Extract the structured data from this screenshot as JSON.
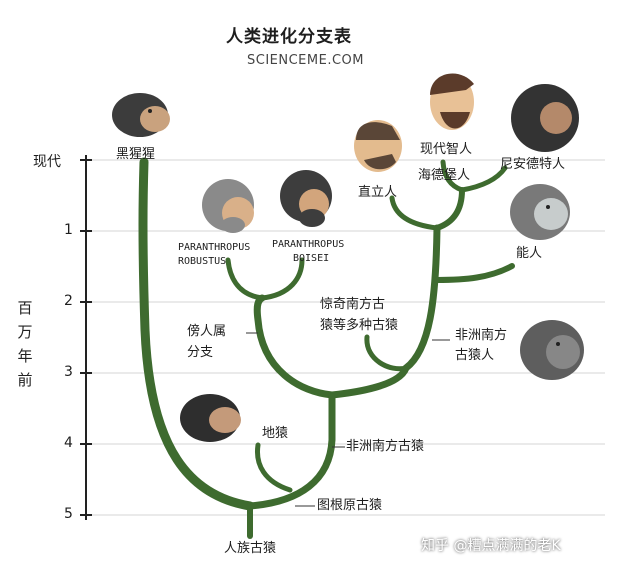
{
  "header": {
    "title": "人类进化分支表",
    "site": "SCIENCEME.COM"
  },
  "axis": {
    "title": "百万年前",
    "ticks": [
      "现代",
      "1",
      "2",
      "3",
      "4",
      "5"
    ]
  },
  "labels": {
    "chimpanzee": "黑猩猩",
    "robustus_line1": "PARANTHROPUS",
    "robustus_line2": "ROBUSTUS",
    "boisei_line1": "PARANTHROPUS",
    "boisei_line2": "BOISEI",
    "homo_erectus": "直立人",
    "homo_sapiens": "现代智人",
    "heidelbergensis": "海德堡人",
    "neanderthal": "尼安德特人",
    "homo_habilis": "能人",
    "various_line1": "惊奇南方古",
    "various_line2": "猿等多种古猿",
    "paranthropus_line1": "傍人属",
    "paranthropus_line2": "分支",
    "africanus_line1": "非洲南方",
    "africanus_line2": "古猿人",
    "ardipithecus": "地猿",
    "afarensis": "非洲南方古猿",
    "orrorin": "图根原古猿",
    "hominin_ancestor": "人族古猿"
  },
  "watermark": "知乎 @糟点满满的老K",
  "colors": {
    "branch": "#3e6b2f",
    "gridline": "#d4d4d4",
    "axis": "#222222"
  }
}
